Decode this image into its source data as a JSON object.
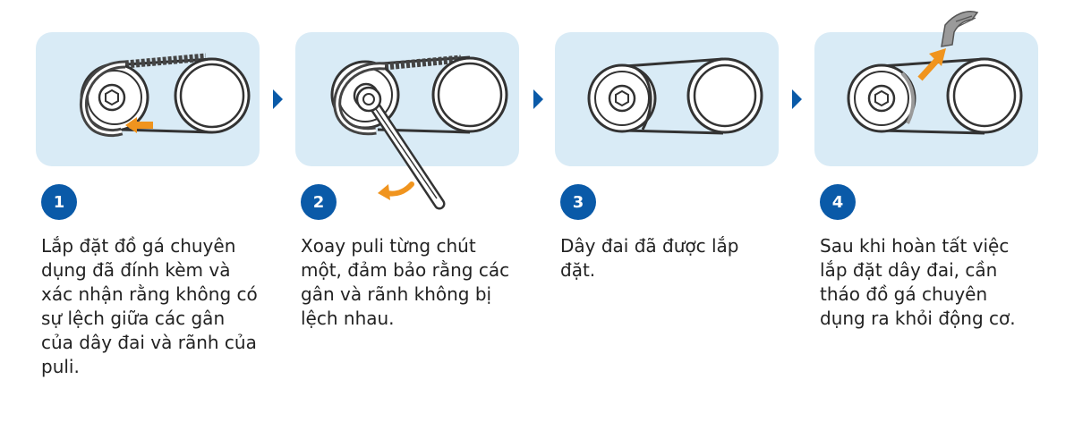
{
  "steps": [
    {
      "number": "1",
      "text": "Lắp đặt đồ gá chuyên dụng đã đính kèm và xác nhận rằng không có sự lệch giữa các gân của dây đai và rãnh của puli."
    },
    {
      "number": "2",
      "text": "Xoay puli từng chút một, đảm bảo rằng các gân và rãnh không bị lệch nhau."
    },
    {
      "number": "3",
      "text": "Dây đai đã được lắp đặt."
    },
    {
      "number": "4",
      "text": "Sau khi hoàn tất việc lắp đặt dây đai, cần tháo đồ gá chuyên dụng ra khỏi động cơ."
    }
  ],
  "colors": {
    "panel": "#d9ebf6",
    "badge": "#0a5aa8",
    "arrow": "#0a5aa8",
    "accent": "#f0941e",
    "jig": "#9a9a9a"
  }
}
